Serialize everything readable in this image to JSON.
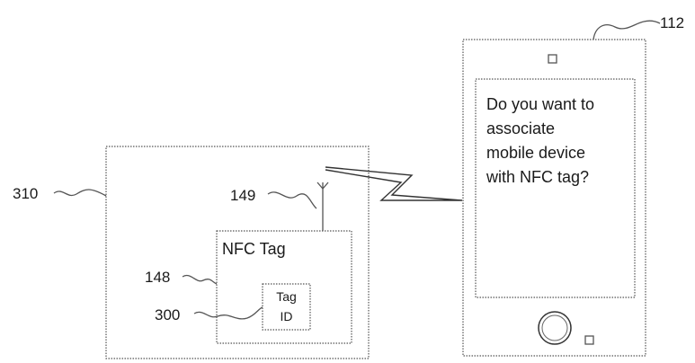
{
  "refs": {
    "phone": "112",
    "reader": "310",
    "antenna": "149",
    "tag_box": "148",
    "tag_id": "300"
  },
  "nfc_tag": {
    "title": "NFC Tag",
    "id_line1": "Tag",
    "id_line2": "ID"
  },
  "phone_screen": {
    "lines": [
      "Do you want to",
      "associate",
      "mobile device",
      "with NFC tag?"
    ]
  }
}
